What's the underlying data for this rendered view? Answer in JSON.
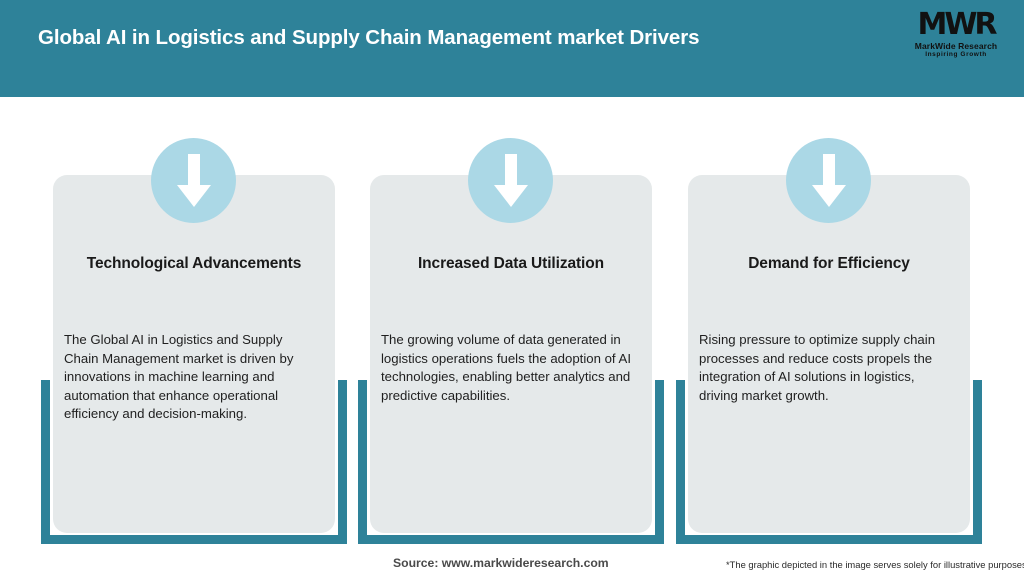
{
  "header": {
    "title": "Global AI in Logistics and Supply Chain Management market Drivers",
    "background_color": "#2e8299",
    "logo": {
      "mark": "MWR",
      "name": "MarkWide Research",
      "tagline": "Inspiring Growth"
    }
  },
  "theme": {
    "accent_color": "#2e8299",
    "card_background": "#e5e9ea",
    "icon_circle_color": "#abd8e6",
    "arrow_color": "#ffffff",
    "page_background": "#ffffff"
  },
  "cards": [
    {
      "icon": "arrow-down-icon",
      "title": "Technological Advancements",
      "body": "The Global AI in Logistics and Supply Chain Management market is driven by innovations in machine learning and automation that enhance operational efficiency and decision-making."
    },
    {
      "icon": "arrow-down-icon",
      "title": "Increased Data Utilization",
      "body": "The growing volume of data generated in logistics operations fuels the adoption of AI technologies, enabling better analytics and predictive capabilities."
    },
    {
      "icon": "arrow-down-icon",
      "title": "Demand for Efficiency",
      "body": "Rising pressure to optimize supply chain processes and reduce costs propels the integration of AI solutions in logistics, driving market growth."
    }
  ],
  "footer": {
    "source": "Source: www.markwideresearch.com",
    "disclaimer": "*The graphic depicted in the image serves solely for illustrative purposes"
  }
}
